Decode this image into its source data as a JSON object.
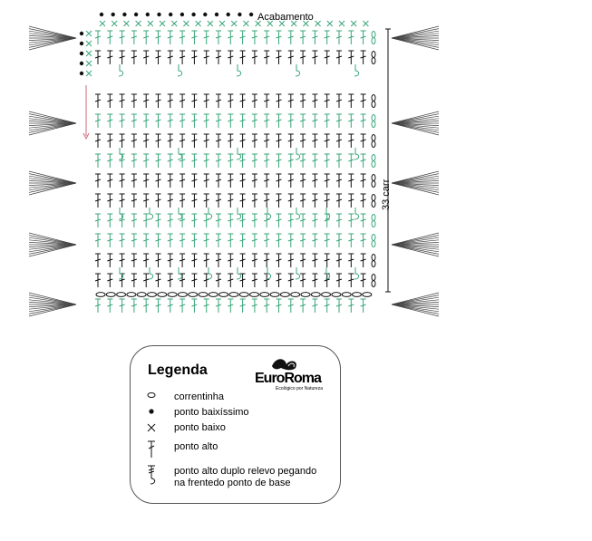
{
  "diagram": {
    "title": "Acabamento",
    "rows_label": "33 carr",
    "colors": {
      "green": "#3aa67a",
      "black": "#111111",
      "guide": "#d26a7a"
    },
    "stitches_per_row": 23
  },
  "legend": {
    "title": "Legenda",
    "brand": "EuroRoma",
    "tagline": "Ecológico por Natureza",
    "items": [
      {
        "symbol": "chain-oval-icon",
        "label": "correntinha"
      },
      {
        "symbol": "slip-stitch-dot-icon",
        "label": "ponto baixíssimo"
      },
      {
        "symbol": "single-crochet-x-icon",
        "label": "ponto baixo"
      },
      {
        "symbol": "double-crochet-icon",
        "label": "ponto alto"
      },
      {
        "symbol": "front-post-treble-icon",
        "label": "ponto alto duplo relevo pegando\nna frentedo ponto de base"
      }
    ]
  }
}
